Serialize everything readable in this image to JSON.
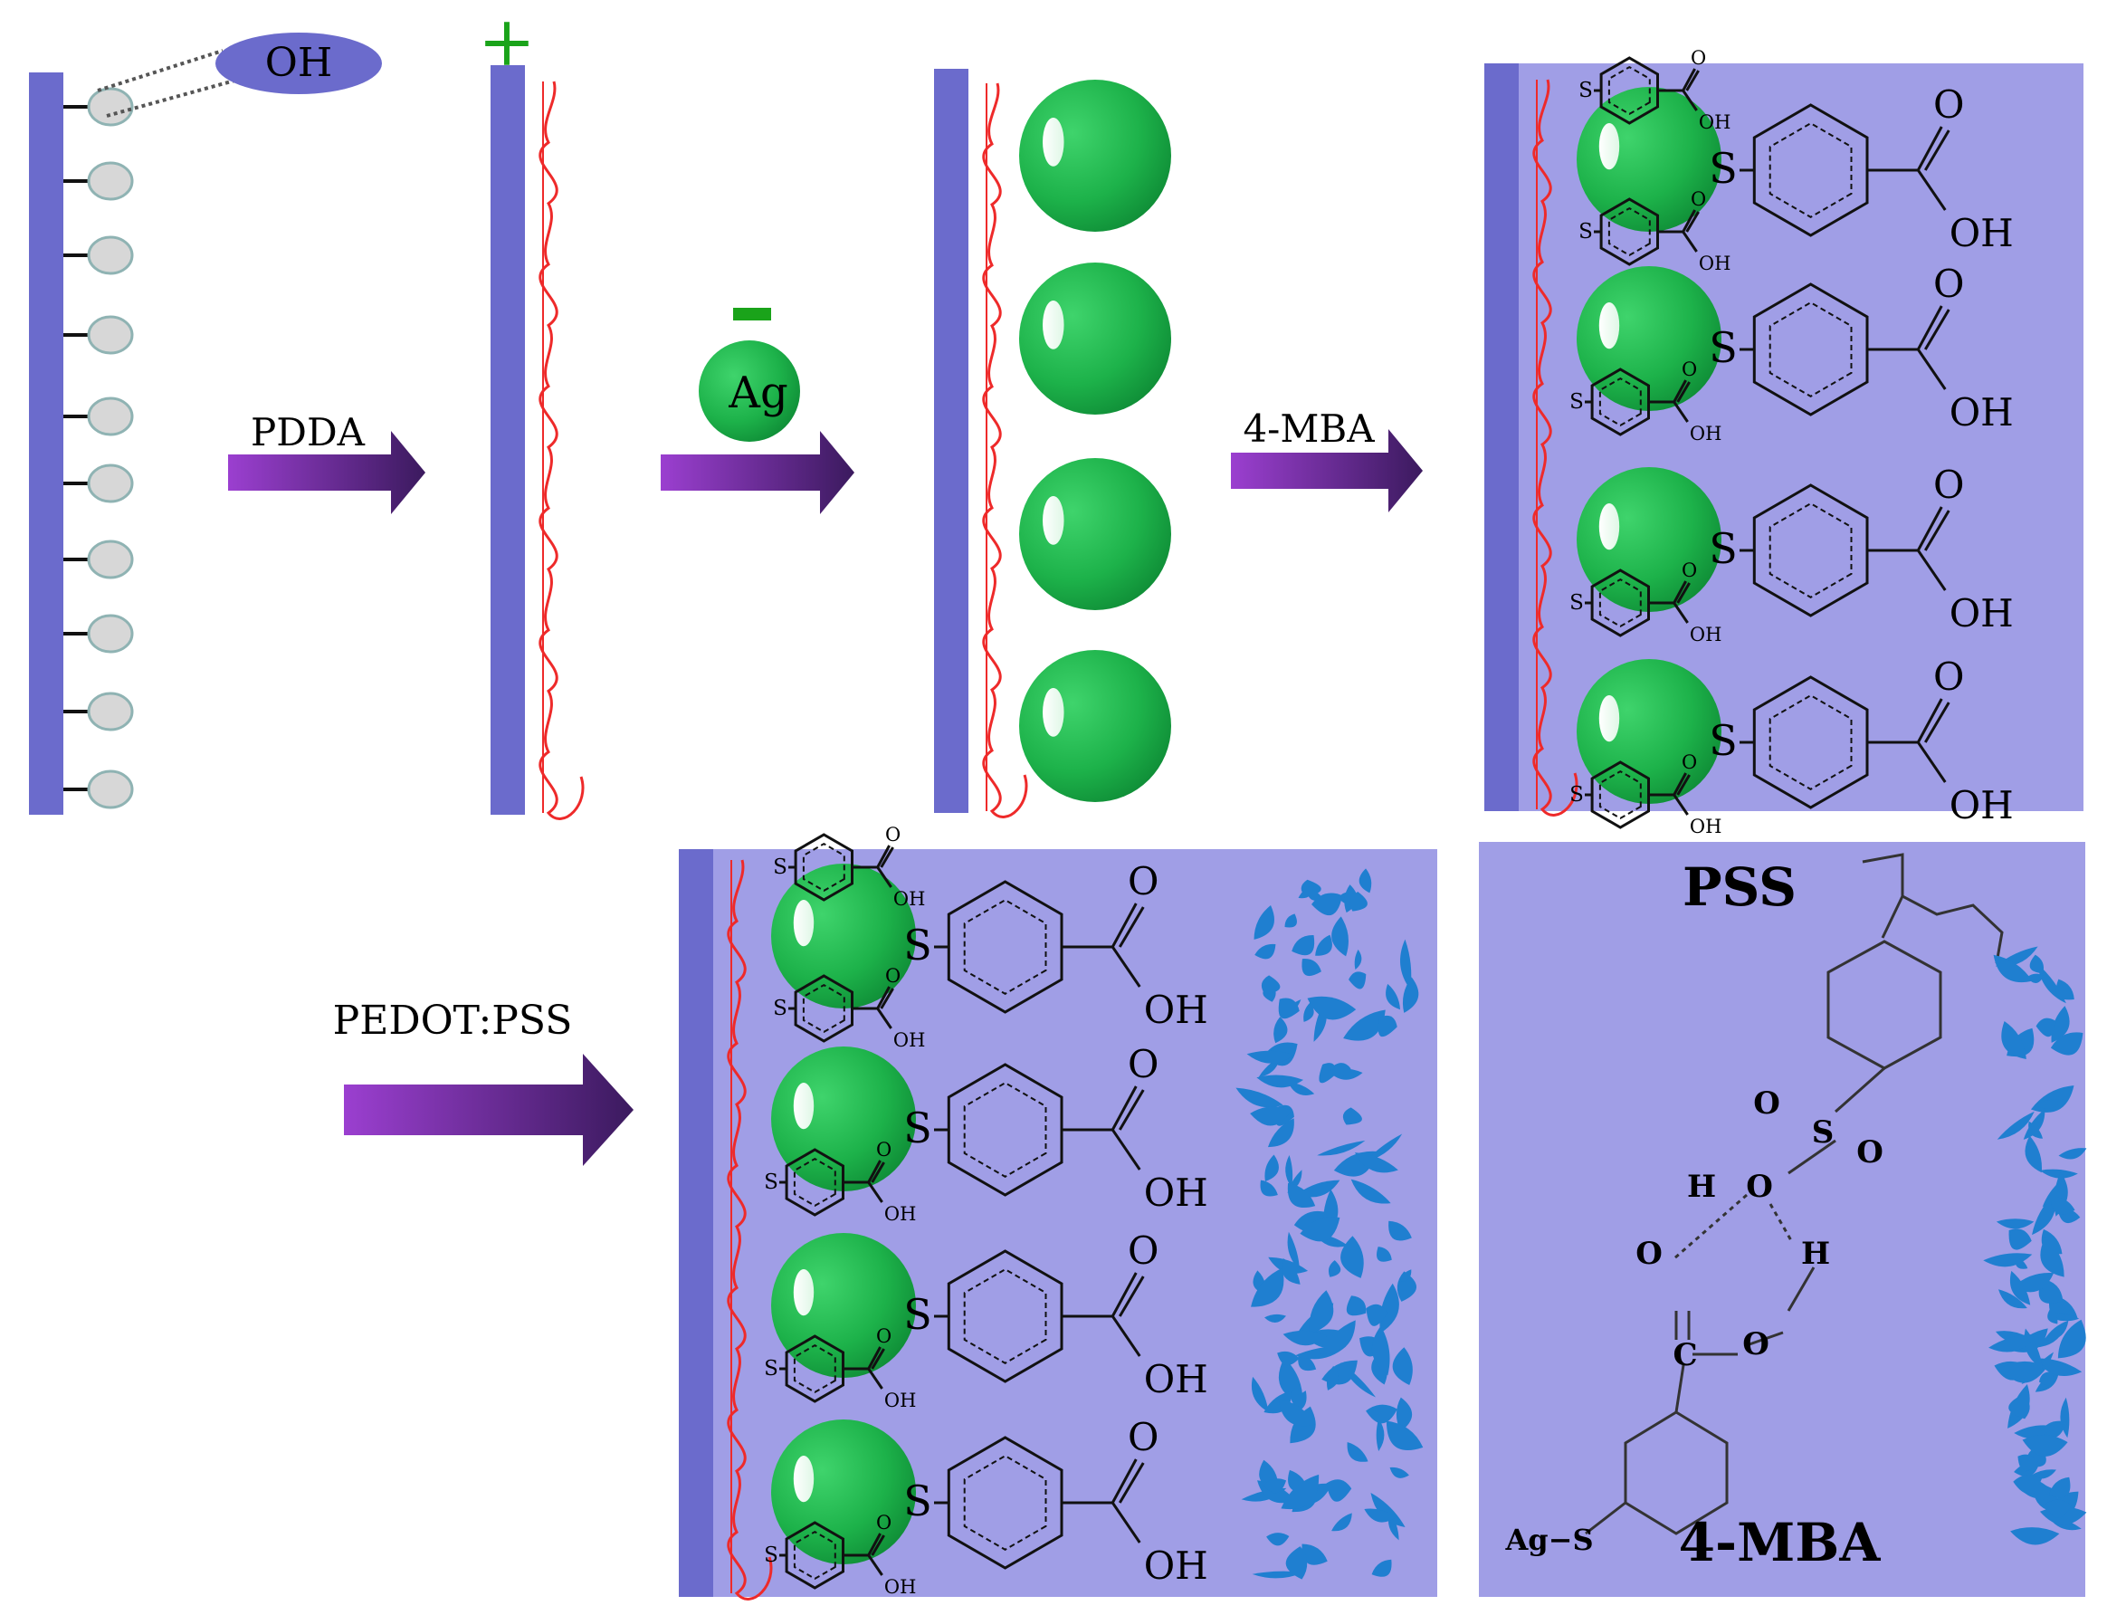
{
  "labels": {
    "hydroxyl": "OH",
    "pdda": "PDDA",
    "silver": "Ag",
    "mba_step": "4-MBA",
    "pedot_step": "PEDOT:PSS",
    "plus": "+",
    "minus": "−",
    "thiol": "S",
    "carbonyl": "O",
    "acid": "OH",
    "pss": "PSS",
    "mba": "4-MBA",
    "ag_s": "Ag−S",
    "atom_h": "H",
    "atom_o": "O",
    "atom_s": "S",
    "atom_c": "C"
  },
  "colors": {
    "substrate": "#6b6bcc",
    "panel": "#a09ee6",
    "pdda_line": "#ee2a2a",
    "ag_particle": "#1db24a",
    "arrow_start": "#9b3fd0",
    "arrow_end": "#3b1a5e",
    "pss_flakes": "#1f7fd0",
    "plus_sign": "#1aa31a",
    "minus_sign": "#1aa31a"
  }
}
